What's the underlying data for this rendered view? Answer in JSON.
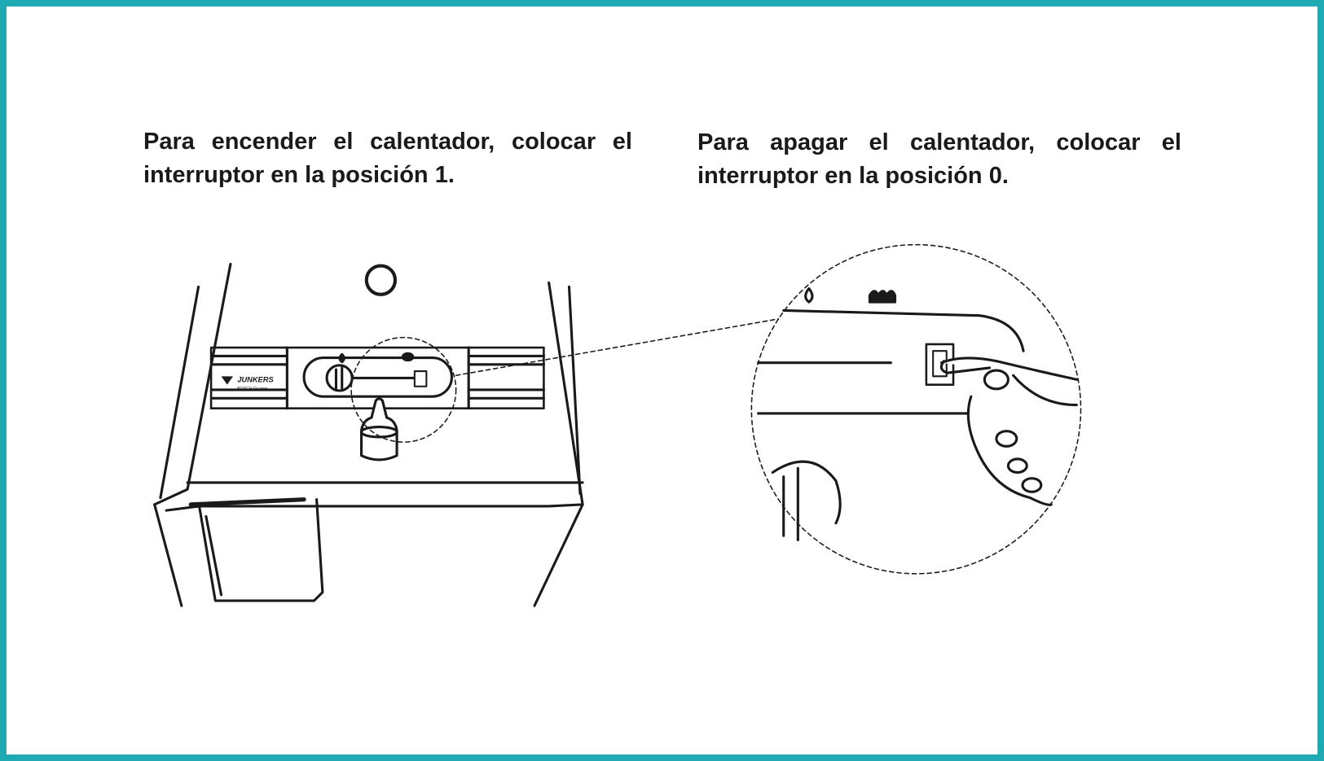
{
  "instructions": {
    "turn_on": "Para encender el calentador, colocar el interruptor en la posición 1.",
    "turn_off": "Para apagar el calentador, colocar el interruptor en la posición 0."
  },
  "logo": {
    "brand": "JUNKERS",
    "subbrand": "BOSCH Gruppe"
  },
  "colors": {
    "border": "#1fa9b3",
    "text": "#1a1a1a"
  }
}
